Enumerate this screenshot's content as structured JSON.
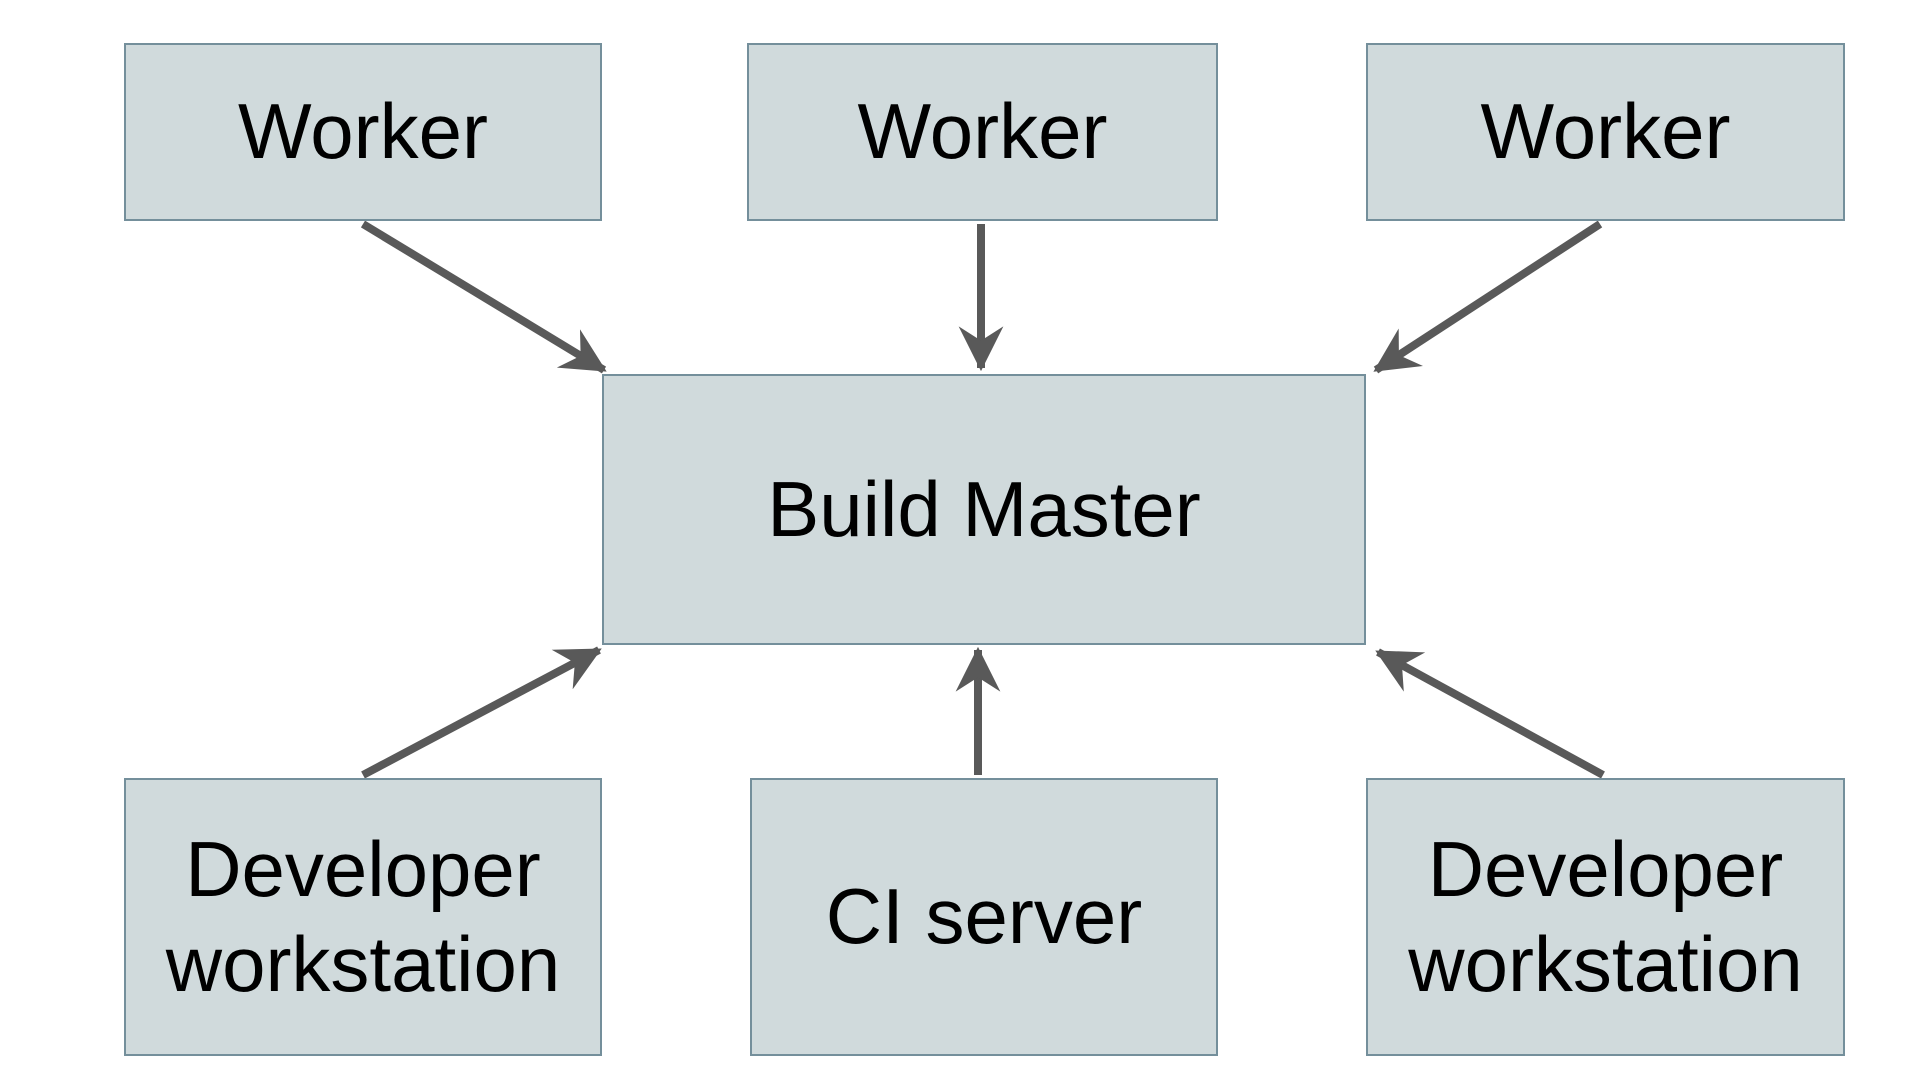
{
  "diagram": {
    "nodes": [
      {
        "id": "worker-1",
        "label": "Worker"
      },
      {
        "id": "worker-2",
        "label": "Worker"
      },
      {
        "id": "worker-3",
        "label": "Worker"
      },
      {
        "id": "build-master",
        "label": "Build Master"
      },
      {
        "id": "developer-workstation-1",
        "label": "Developer workstation"
      },
      {
        "id": "ci-server",
        "label": "CI server"
      },
      {
        "id": "developer-workstation-2",
        "label": "Developer workstation"
      }
    ],
    "edges": [
      {
        "from": "worker-1",
        "to": "build-master",
        "direction": "down"
      },
      {
        "from": "worker-2",
        "to": "build-master",
        "direction": "down"
      },
      {
        "from": "worker-3",
        "to": "build-master",
        "direction": "down"
      },
      {
        "from": "developer-workstation-1",
        "to": "build-master",
        "direction": "up"
      },
      {
        "from": "ci-server",
        "to": "build-master",
        "direction": "up"
      },
      {
        "from": "developer-workstation-2",
        "to": "build-master",
        "direction": "up"
      }
    ],
    "colors": {
      "background": "#ffffff",
      "node_fill": "#d0dadc",
      "node_border": "#748f9b",
      "arrow": "#595959",
      "text": "#000000"
    }
  }
}
